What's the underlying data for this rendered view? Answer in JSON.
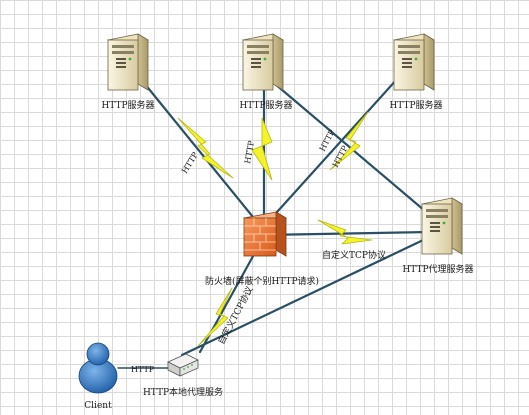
{
  "nodes": {
    "server_left": {
      "label": "HTTP服务器"
    },
    "server_mid": {
      "label": "HTTP服务器"
    },
    "server_right": {
      "label": "HTTP服务器"
    },
    "proxy_server": {
      "label": "HTTP代理服务器"
    },
    "firewall": {
      "label": "防火墙(屏蔽个别HTTP请求)"
    },
    "local_proxy": {
      "label": "HTTP本地代理服务"
    },
    "client": {
      "label": "Client"
    }
  },
  "links": {
    "http_left": "HTTP",
    "http_mid": "HTTP",
    "http_right": "HTTP",
    "http_right2": "HTTP",
    "custom_tcp_proxy": "自定义TCP协议",
    "custom_tcp_local": "自定义TCP协议",
    "client_http": "HTTP"
  },
  "colors": {
    "line": "#2a4f63",
    "bolt_fill": "#f3f32a",
    "bolt_stroke": "#b8b810",
    "firewall": "#ef7a3a",
    "server_body": "#f1e7c4",
    "client": "#2d6fb8"
  }
}
